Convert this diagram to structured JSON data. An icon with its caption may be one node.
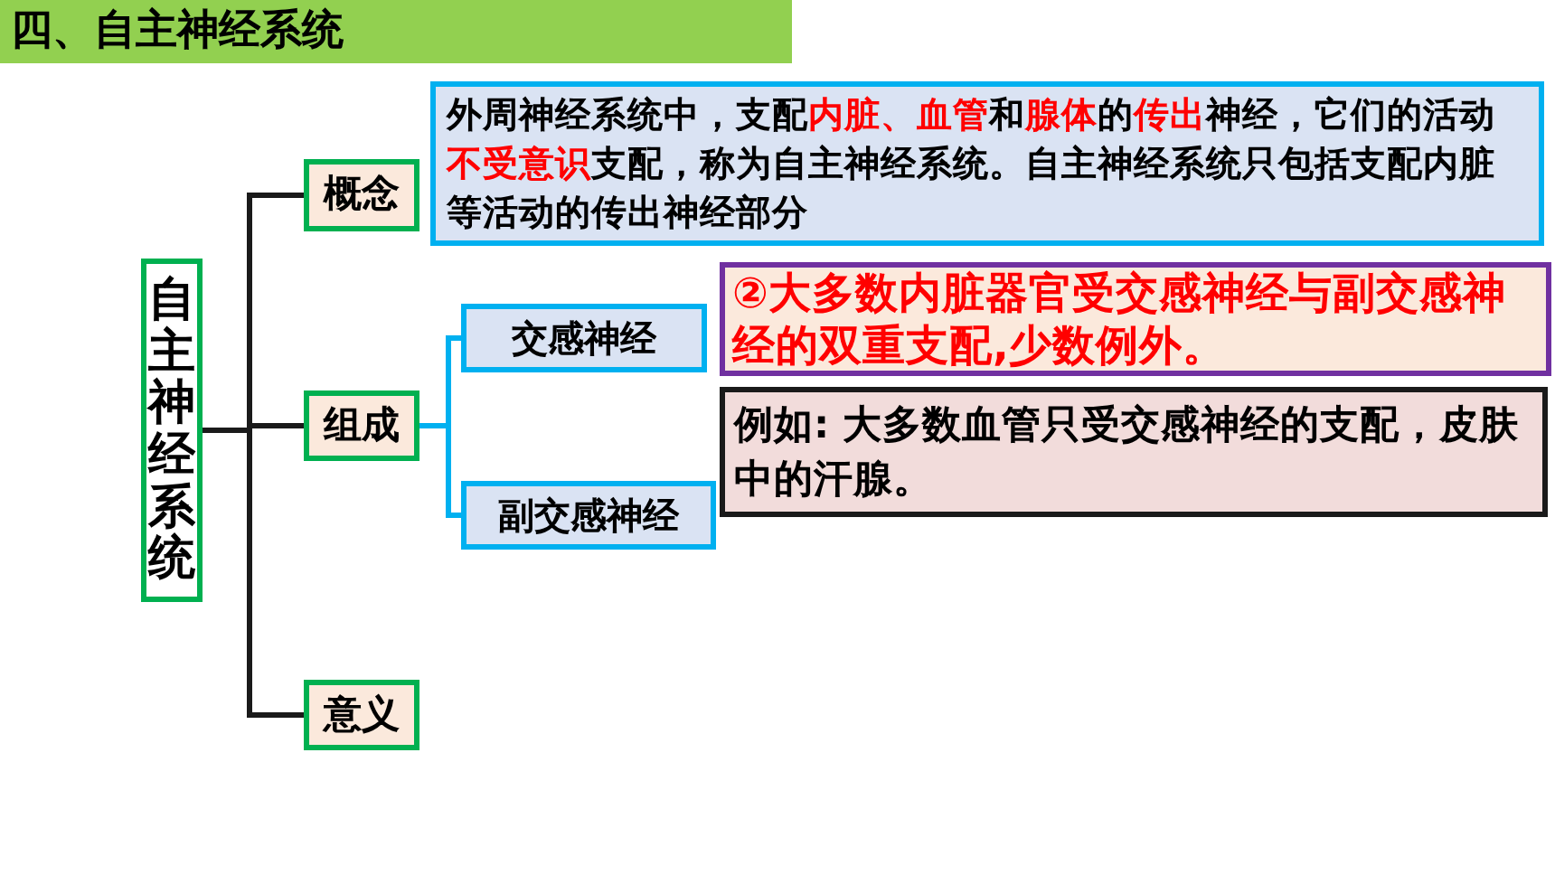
{
  "diagram": {
    "title": "四、自主神经系统",
    "nodes": [
      {
        "text": [
          "自主神经系统"
        ]
      },
      {
        "text": [
          "概念"
        ]
      },
      {
        "text": [
          "组成"
        ]
      },
      {
        "text": [
          "意义"
        ]
      },
      {
        "text": [
          "交感神经"
        ]
      },
      {
        "text": [
          "副交感神经"
        ]
      },
      {
        "text": [
          "外周神经系统中，支配**内脏、血管**和**腺体**的**传出**神经，它们的活动**不受意识**支配，称为自主神经系统。自主神经系统只包括支配内脏等活动的传出神经部分"
        ]
      },
      {
        "text": [
          "②大多数内脏器官受交感神经与副交感神经的双重支配,少数例外。"
        ]
      },
      {
        "text": [
          "例如: 大多数血管只受交感神经的支配，皮肤中的汗腺。"
        ]
      }
    ],
    "edges": [
      {
        "from": 0,
        "to": 1,
        "arrow": "none"
      },
      {
        "from": 0,
        "to": 2,
        "arrow": "none"
      },
      {
        "from": 0,
        "to": 3,
        "arrow": "none"
      },
      {
        "from": 2,
        "to": 4,
        "arrow": "none",
        "color": "#00b0f0"
      },
      {
        "from": 2,
        "to": 5,
        "arrow": "none",
        "color": "#00b0f0"
      }
    ]
  }
}
